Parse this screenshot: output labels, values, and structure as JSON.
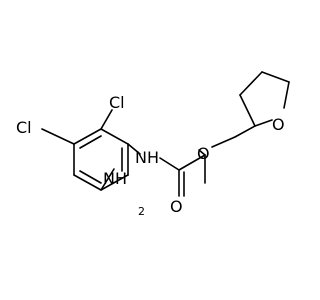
{
  "molecule": {
    "labels": {
      "cl_top": "Cl",
      "cl_left": "Cl",
      "nh_amide": "NH",
      "nh2_main": "NH",
      "nh2_subscript": "2",
      "o_ether": "O",
      "o_carbonyl": "O",
      "o_ring": "O"
    }
  }
}
